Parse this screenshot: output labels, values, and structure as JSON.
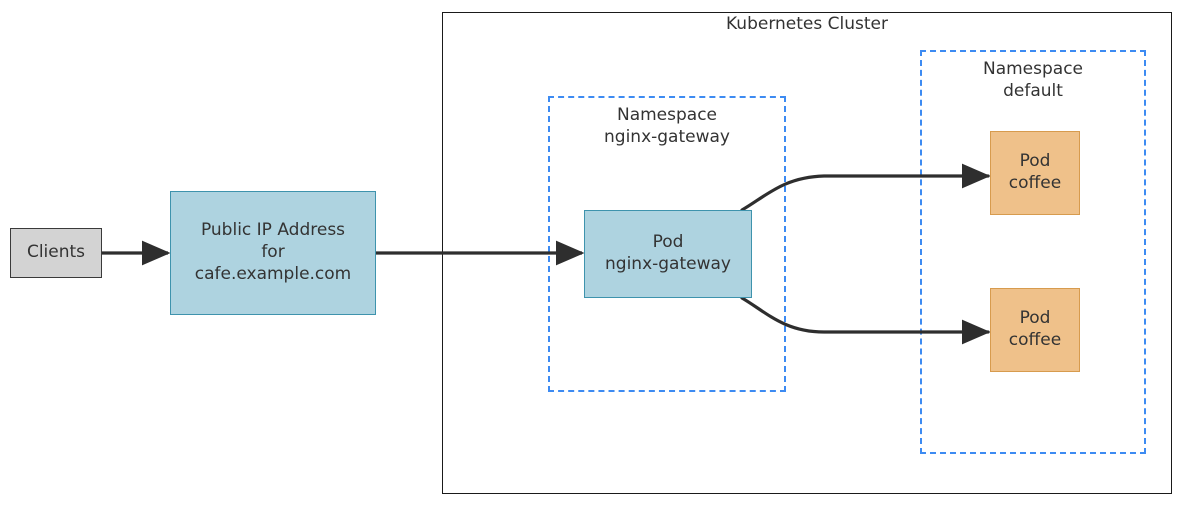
{
  "diagram": {
    "title": "Kubernetes Cluster",
    "nodes": {
      "clients": {
        "label": "Clients",
        "fill": "#d3d3d3",
        "stroke": "#3a3a3a"
      },
      "public_ip": {
        "label": "Public IP Address\nfor\ncafe.example.com",
        "fill": "#aed3e0",
        "stroke": "#3e93ad"
      },
      "pod_nginx_gateway": {
        "label": "Pod\nnginx-gateway",
        "fill": "#aed3e0",
        "stroke": "#3e93ad"
      },
      "pod_coffee_1": {
        "label": "Pod\ncoffee",
        "fill": "#efc18a",
        "stroke": "#d79b4e"
      },
      "pod_coffee_2": {
        "label": "Pod\ncoffee",
        "fill": "#efc18a",
        "stroke": "#d79b4e"
      }
    },
    "namespaces": [
      {
        "label": "Namespace\nnginx-gateway",
        "stroke": "#3d8bf2",
        "style": "dashed"
      },
      {
        "label": "Namespace\ndefault",
        "stroke": "#3d8bf2",
        "style": "dashed"
      }
    ],
    "cluster": {
      "label": "Kubernetes Cluster",
      "stroke": "#1a1a1a"
    },
    "edges": [
      {
        "from": "clients",
        "to": "public_ip",
        "style": "straight",
        "arrow": "end"
      },
      {
        "from": "public_ip",
        "to": "pod_nginx_gateway",
        "style": "straight",
        "arrow": "end"
      },
      {
        "from": "pod_nginx_gateway",
        "to": "pod_coffee_1",
        "style": "curved-up",
        "arrow": "end"
      },
      {
        "from": "pod_nginx_gateway",
        "to": "pod_coffee_2",
        "style": "curved-down",
        "arrow": "end"
      }
    ],
    "edge_color": "#2e2e2e"
  }
}
